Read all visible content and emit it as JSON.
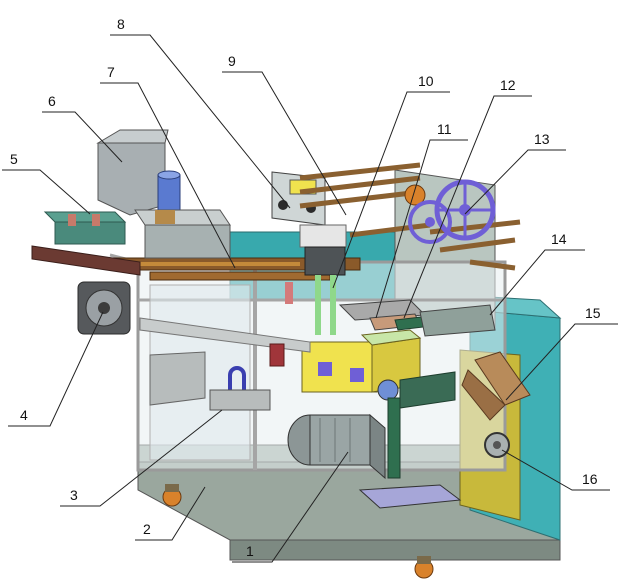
{
  "callouts": [
    {
      "id": "1",
      "label": "1"
    },
    {
      "id": "2",
      "label": "2"
    },
    {
      "id": "3",
      "label": "3"
    },
    {
      "id": "4",
      "label": "4"
    },
    {
      "id": "5",
      "label": "5"
    },
    {
      "id": "6",
      "label": "6"
    },
    {
      "id": "7",
      "label": "7"
    },
    {
      "id": "8",
      "label": "8"
    },
    {
      "id": "9",
      "label": "9"
    },
    {
      "id": "10",
      "label": "10"
    },
    {
      "id": "11",
      "label": "11"
    },
    {
      "id": "12",
      "label": "12"
    },
    {
      "id": "13",
      "label": "13"
    },
    {
      "id": "14",
      "label": "14"
    },
    {
      "id": "15",
      "label": "15"
    },
    {
      "id": "16",
      "label": "16"
    }
  ],
  "colors": {
    "frame": "#b9b9b9",
    "panel_teal": "#3fb0b5",
    "panel_green": "#4a9a84",
    "base_grey": "#8c9c94",
    "yellow_block": "#f0e24e",
    "orange_wheels": "#d9822b",
    "purple_wheel": "#6f5fd6",
    "motor_grey": "#9aa5a5",
    "brown_rail": "#8a5a2a",
    "rust": "#b5553a"
  }
}
